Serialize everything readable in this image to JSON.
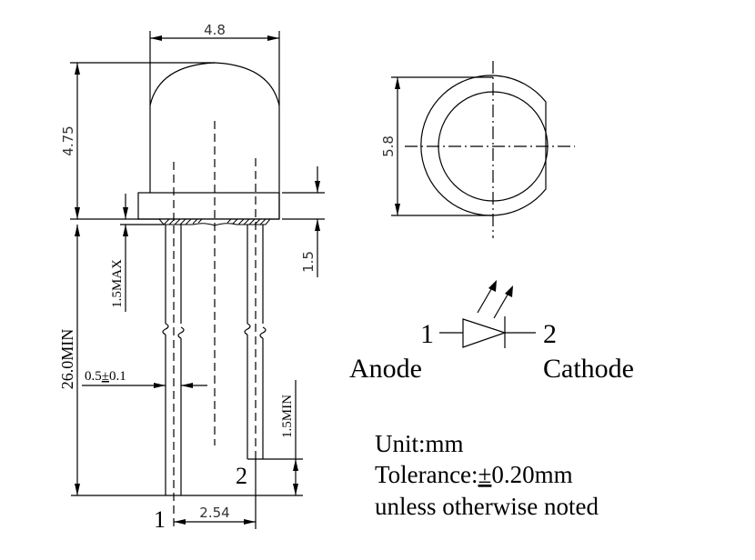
{
  "side_view": {
    "width_dim": "4.8",
    "height_dim": "4.75",
    "flange_dim": "1.5",
    "lead_clearance": "1.5MAX",
    "lead_length": "26.0MIN",
    "lead_width": "0.5",
    "lead_width_tol": "±",
    "lead_width_tol_val": "0.1",
    "lead_offset": "1.5MIN",
    "pitch": "2.54",
    "pin1": "1",
    "pin2": "2"
  },
  "top_view": {
    "diameter_dim": "5.8"
  },
  "symbol": {
    "pin1": "1",
    "pin2": "2",
    "anode_label": "Anode",
    "cathode_label": "Cathode"
  },
  "notes": {
    "unit": "Unit:mm",
    "tolerance_prefix": "Tolerance:",
    "tolerance_pm": "±",
    "tolerance_value": "0.20mm",
    "unless": "unless otherwise noted"
  }
}
